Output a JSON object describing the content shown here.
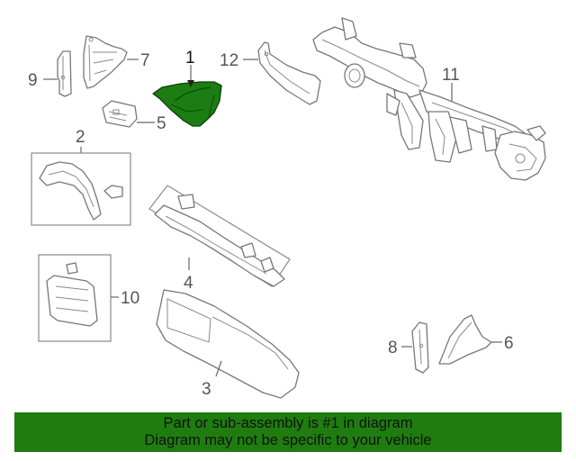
{
  "callouts": {
    "c1": "1",
    "c2": "2",
    "c3": "3",
    "c4": "4",
    "c5": "5",
    "c6": "6",
    "c7": "7",
    "c8": "8",
    "c9": "9",
    "c10": "10",
    "c11": "11",
    "c12": "12"
  },
  "highlighted_part": "1",
  "colors": {
    "highlight": "#1b7d12",
    "banner": "#1f7d10",
    "linework": "#777777"
  },
  "banner": {
    "line1": "Part or sub-assembly is #1 in diagram",
    "line2": "Diagram may not be specific to your vehicle"
  }
}
